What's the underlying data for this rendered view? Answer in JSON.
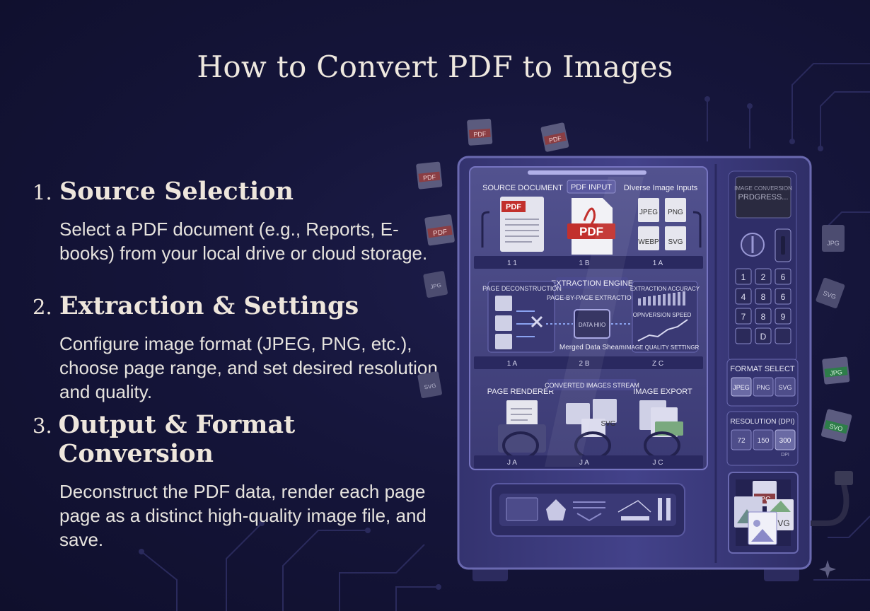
{
  "title": "How to Convert PDF to Images",
  "steps": [
    {
      "number": "1.",
      "title": "Source Selection",
      "description": "Select a PDF document (e.g., Reports, E-books) from your local drive or cloud storage."
    },
    {
      "number": "2.",
      "title": "Extraction & Settings",
      "description": "Configure image format (JPEG, PNG, etc.), choose page range, and set desired resolution and quality."
    },
    {
      "number": "3.",
      "title": "Output & Format Conversion",
      "description": "Deconstruct the PDF data, render each page page as a distinct high-quality image file, and save."
    }
  ],
  "machine": {
    "shelf1": {
      "left_label": "SOURCE DOCUMENT",
      "center_label": "PDF INPUT",
      "right_label": "DIverse Image Inputs",
      "doc_badge": "PDF",
      "pdf_badge": "PDF",
      "image_types": [
        "JPEG",
        "PNG",
        "WEBP",
        "SVG"
      ],
      "slot_codes": [
        "1 1",
        "1 B",
        "1 A"
      ]
    },
    "shelf2": {
      "engine_label": "EXTRACTION ENGINE",
      "left_label": "PAGE DECONSTRUCTION",
      "process_label": "PAGE-BY-PAGE EXTRACTION",
      "chip_text": "DATA HIIO",
      "merged_label": "Merged Data Sheam",
      "accuracy_label": "EXTRACTION ACCURACY",
      "speed_label": "OPNVERSION SPEED",
      "quality_label": "IMAGE QUALITY SETTINGR",
      "slot_codes": [
        "1 A",
        "2 B",
        "Z C"
      ]
    },
    "shelf3": {
      "left_label": "PAGE RENDERER",
      "center_label": "CONVERTED IMAGES STREAM",
      "right_label": "IMAGE EXPORT",
      "stream_badge": "SVG",
      "slot_codes": [
        "J A",
        "J A",
        "J C"
      ]
    },
    "screen_line1": "IMAGE CONVERSION",
    "screen_line2": "PRDGRESS...",
    "keypad": [
      "1",
      "2",
      "6",
      "4",
      "8",
      "6",
      "7",
      "8",
      "9",
      "",
      "D",
      ""
    ],
    "format_panel": {
      "label": "FORMAT SELECT",
      "options": [
        "JPEG",
        "PNG",
        "SVG"
      ]
    },
    "resolution_panel": {
      "label": "RESOLUTION (DPI)",
      "options": [
        "72",
        "150",
        "300"
      ],
      "unit": "DPI"
    },
    "output_tray": {
      "badge1": "IPC",
      "badge2": "VG"
    }
  },
  "floating_icons": [
    "PDF",
    "PDF",
    "PDF",
    "PDF",
    "JPG",
    "SVG",
    "JPG",
    "SVG",
    "JPG",
    "SVO"
  ],
  "colors": {
    "background": "#14143a",
    "machine_body": "#3c3b7d",
    "pdf_red": "#c2302d",
    "accent_green": "#2e7d4a"
  }
}
